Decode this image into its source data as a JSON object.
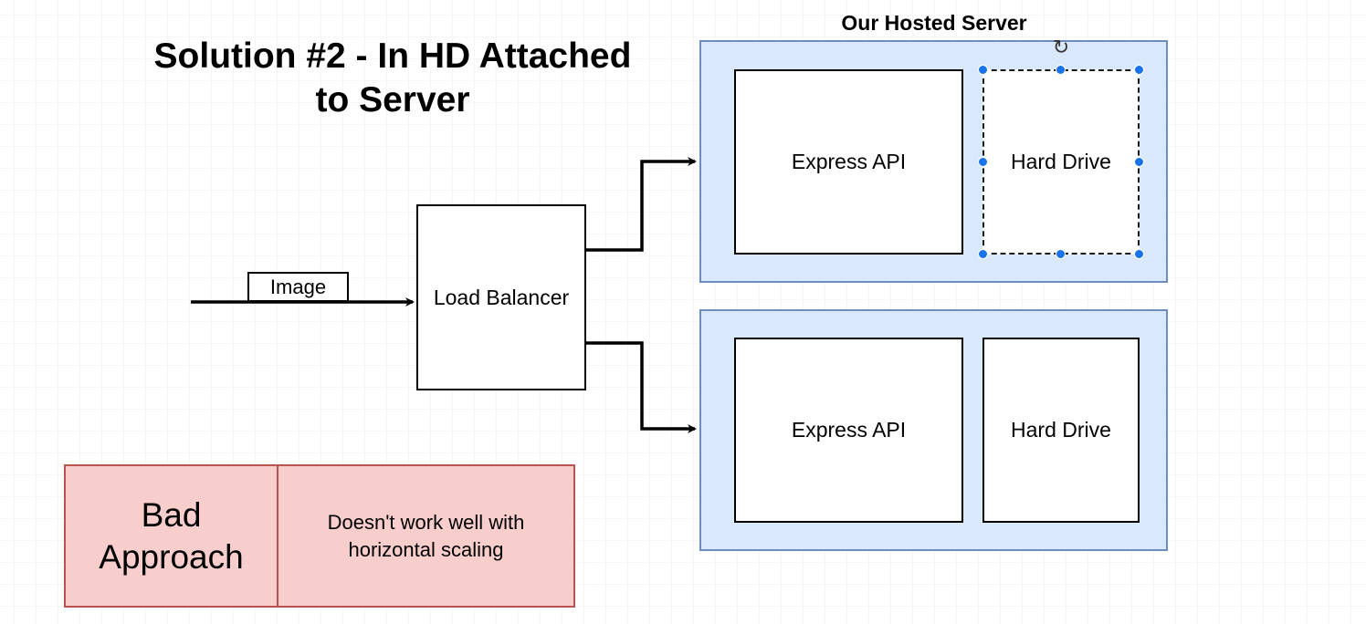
{
  "title": "Solution #2 - In HD Attached\nto Server",
  "server_title": "Our Hosted Server",
  "image_label": "Image",
  "load_balancer_label": "Load Balancer",
  "servers": [
    {
      "api_label": "Express API",
      "drive_label": "Hard Drive",
      "drive_selected": true
    },
    {
      "api_label": "Express API",
      "drive_label": "Hard Drive",
      "drive_selected": false
    }
  ],
  "verdict": {
    "label": "Bad\nApproach",
    "reason": "Doesn't work well with\nhorizontal scaling"
  },
  "colors": {
    "server_fill": "#dae8fc",
    "server_stroke": "#6c8ebf",
    "bad_fill": "#f8cecc",
    "bad_stroke": "#b85450",
    "selection_handle": "#1a73e8"
  },
  "icons": {
    "rotate": "rotate-icon"
  }
}
